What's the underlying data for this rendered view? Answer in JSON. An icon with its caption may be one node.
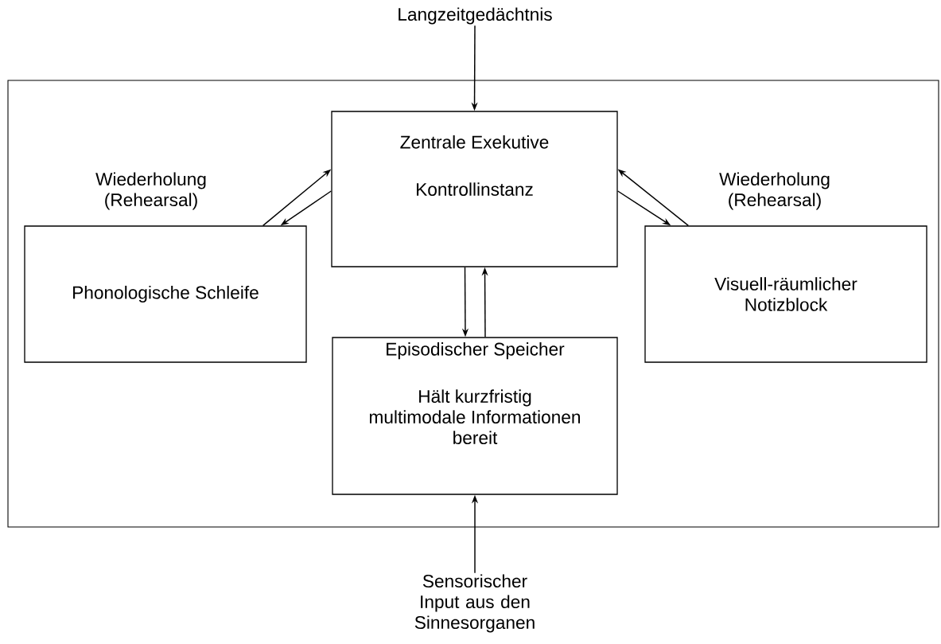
{
  "diagram": {
    "nodes": [
      {
        "text": [
          "Langzeitgedächtnis"
        ]
      },
      {
        "text": [],
        "shape": "box"
      },
      {
        "text": [
          "Zentrale Exekutive",
          "Kontrollinstanz"
        ],
        "in": 1
      },
      {
        "text": [
          "Phonologische Schleife"
        ],
        "in": 1
      },
      {
        "text": [
          "Visuell-räumlicher Notizblock"
        ],
        "in": 1
      },
      {
        "text": [
          "Episodischer Speicher",
          "Hält kurzfristig multimodale Informationen bereit"
        ],
        "in": 1
      },
      {
        "text": [
          "Sensorischer Input aus den Sinnesorganen"
        ]
      }
    ],
    "edges": [
      {
        "from": 0,
        "to": 2,
        "arrow": "to"
      },
      {
        "from": 3,
        "to": 2,
        "arrow": "to"
      },
      {
        "from": 2,
        "to": 3,
        "arrow": "to"
      },
      {
        "from": 4,
        "to": 2,
        "arrow": "to"
      },
      {
        "from": 2,
        "to": 4,
        "arrow": "to"
      },
      {
        "from": 2,
        "to": 5,
        "arrow": "to"
      },
      {
        "from": 5,
        "to": 2,
        "arrow": "to"
      },
      {
        "from": 6,
        "to": 5,
        "arrow": "to"
      }
    ],
    "labels": [
      "Wiederholung (Rehearsal)",
      "Wiederholung (Rehearsal)"
    ]
  }
}
